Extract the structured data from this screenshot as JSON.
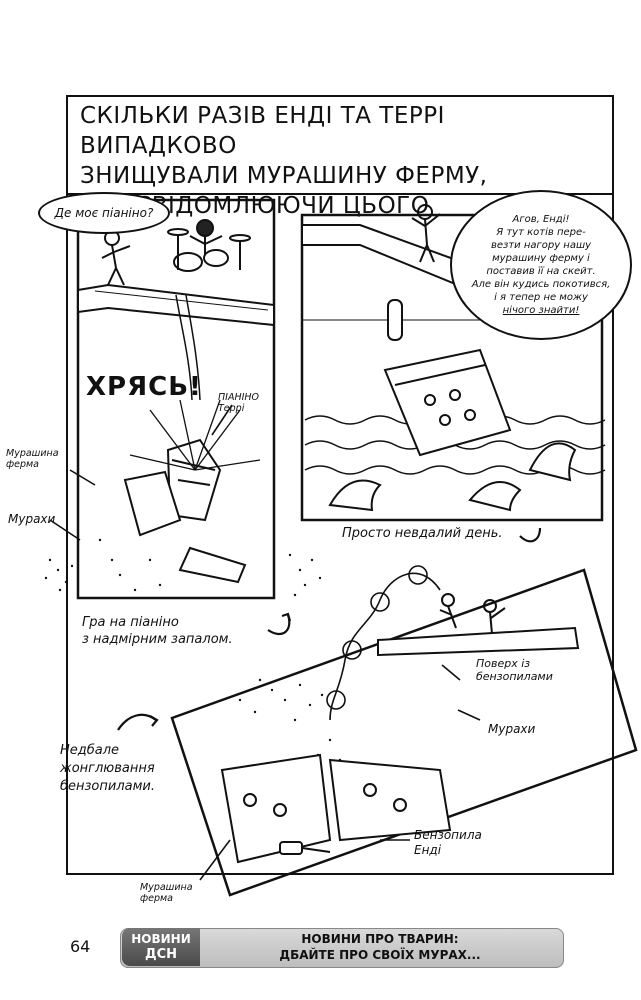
{
  "title": {
    "line1": "Скільки разів Енді та Террі випадково",
    "line2": "знищували мурашину ферму,",
    "line3": "не усвідомлюючи цього"
  },
  "panel1": {
    "bubble": "Де моє піаніно?",
    "sfx": "ХРЯСЬ!",
    "piano_label_1": "ПІАНІНО",
    "piano_label_2": "Террі",
    "farm_label_1": "Мурашина",
    "farm_label_2": "ферма",
    "ants_label": "Мурахи",
    "caption_1": "Гра на піаніно",
    "caption_2": "з надмірним запалом."
  },
  "panel2": {
    "bubble_lines": [
      "Агов, Енді!",
      "Я тут котів пере-",
      "везти нагору нашу",
      "мурашину ферму і",
      "поставив її на скейт.",
      "Але він кудись покотився,",
      "і я тепер не можу",
      "нічого знайти!"
    ],
    "caption": "Просто невдалий день."
  },
  "panel3": {
    "label_left_1": "Недбале",
    "label_left_2": "жонглювання",
    "label_left_3": "бензопилами.",
    "top_label_1": "Поверх із",
    "top_label_2": "бензопилами",
    "ants_label": "Мурахи",
    "saw_label_1": "Бензопила",
    "saw_label_2": "Енді",
    "farm_label_1": "Мурашина",
    "farm_label_2": "ферма"
  },
  "footer": {
    "page_number": "64",
    "logo_line1": "НОВИНИ",
    "logo_line2": "ДСН",
    "headline_1": "НОВИНИ ПРО ТВАРИН:",
    "headline_2": "ДБАЙТЕ ПРО СВОЇХ МУРАХ..."
  }
}
